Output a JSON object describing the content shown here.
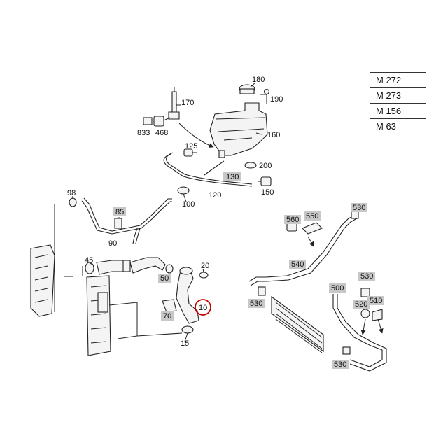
{
  "engine_codes": [
    "M 272",
    "M 273",
    "M 156",
    "M 63"
  ],
  "callouts": {
    "c180": "180",
    "c170": "170",
    "c190": "190",
    "c833": "833",
    "c468": "468",
    "c160": "160",
    "c125": "125",
    "c200": "200",
    "c130": "130",
    "c150": "150",
    "c120": "120",
    "c98": "98",
    "c100": "100",
    "c85": "85",
    "c90": "90",
    "c45": "45",
    "c50": "50",
    "c20": "20",
    "c70": "70",
    "c10": "10",
    "c15": "15",
    "c560": "560",
    "c550": "550",
    "c530a": "530",
    "c540": "540",
    "c530b": "530",
    "c500": "500",
    "c520": "520",
    "c510": "510",
    "c530c": "530",
    "c530d": "530"
  },
  "highlight_color": "#cc0000"
}
